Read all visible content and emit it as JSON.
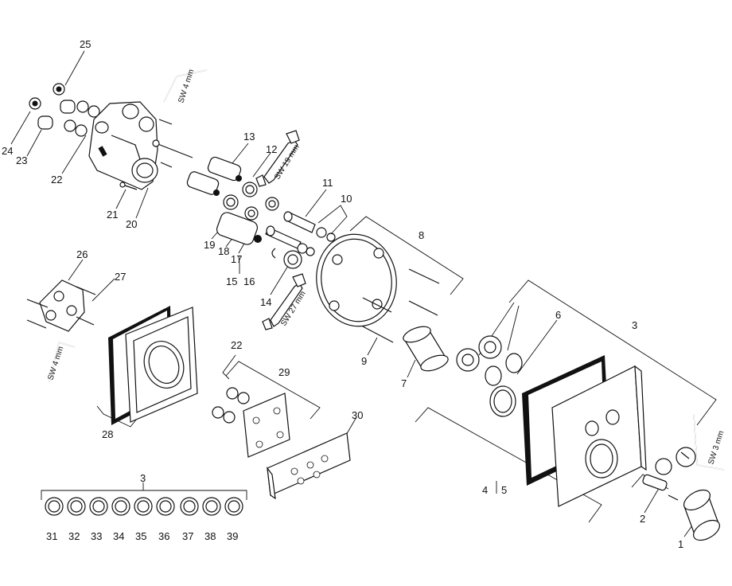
{
  "callouts": [
    {
      "id": "1",
      "text": "1"
    },
    {
      "id": "2",
      "text": "2"
    },
    {
      "id": "3a",
      "text": "3"
    },
    {
      "id": "3b",
      "text": "3"
    },
    {
      "id": "4",
      "text": "4"
    },
    {
      "id": "5",
      "text": "5"
    },
    {
      "id": "6",
      "text": "6"
    },
    {
      "id": "7",
      "text": "7"
    },
    {
      "id": "8",
      "text": "8"
    },
    {
      "id": "9",
      "text": "9"
    },
    {
      "id": "10",
      "text": "10"
    },
    {
      "id": "11",
      "text": "11"
    },
    {
      "id": "12",
      "text": "12"
    },
    {
      "id": "13",
      "text": "13"
    },
    {
      "id": "14",
      "text": "14"
    },
    {
      "id": "15",
      "text": "15"
    },
    {
      "id": "16",
      "text": "16"
    },
    {
      "id": "17",
      "text": "17"
    },
    {
      "id": "18",
      "text": "18"
    },
    {
      "id": "19",
      "text": "19"
    },
    {
      "id": "20",
      "text": "20"
    },
    {
      "id": "21",
      "text": "21"
    },
    {
      "id": "22a",
      "text": "22"
    },
    {
      "id": "22b",
      "text": "22"
    },
    {
      "id": "23",
      "text": "23"
    },
    {
      "id": "24",
      "text": "24"
    },
    {
      "id": "25",
      "text": "25"
    },
    {
      "id": "26",
      "text": "26"
    },
    {
      "id": "27",
      "text": "27"
    },
    {
      "id": "28",
      "text": "28"
    },
    {
      "id": "29",
      "text": "29"
    },
    {
      "id": "30",
      "text": "30"
    },
    {
      "id": "31",
      "text": "31"
    },
    {
      "id": "32",
      "text": "32"
    },
    {
      "id": "33",
      "text": "33"
    },
    {
      "id": "34",
      "text": "34"
    },
    {
      "id": "35",
      "text": "35"
    },
    {
      "id": "36",
      "text": "36"
    },
    {
      "id": "37",
      "text": "37"
    },
    {
      "id": "38",
      "text": "38"
    },
    {
      "id": "39",
      "text": "39"
    }
  ],
  "tools": {
    "hex_key_top": "SW 4 mm",
    "hex_key_left": "SW 4 mm",
    "hex_key_right": "SW 3 mm",
    "wrench_19": "SW 19 mm",
    "wrench_27": "SW 27 mm"
  }
}
